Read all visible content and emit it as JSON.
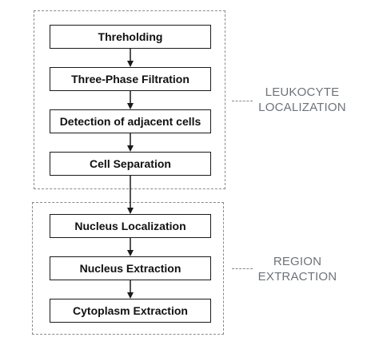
{
  "groups": [
    {
      "label_line1": "LEUKOCYTE",
      "label_line2": "LOCALIZATION",
      "steps": [
        "Threholding",
        "Three-Phase Filtration",
        "Detection of adjacent cells",
        "Cell Separation"
      ]
    },
    {
      "label_line1": "REGION",
      "label_line2": "EXTRACTION",
      "steps": [
        "Nucleus Localization",
        "Nucleus Extraction",
        "Cytoplasm Extraction"
      ]
    }
  ],
  "colors": {
    "box_border": "#1a1a1a",
    "dashed_border": "#8a8a8a",
    "label_text": "#6e7379"
  }
}
